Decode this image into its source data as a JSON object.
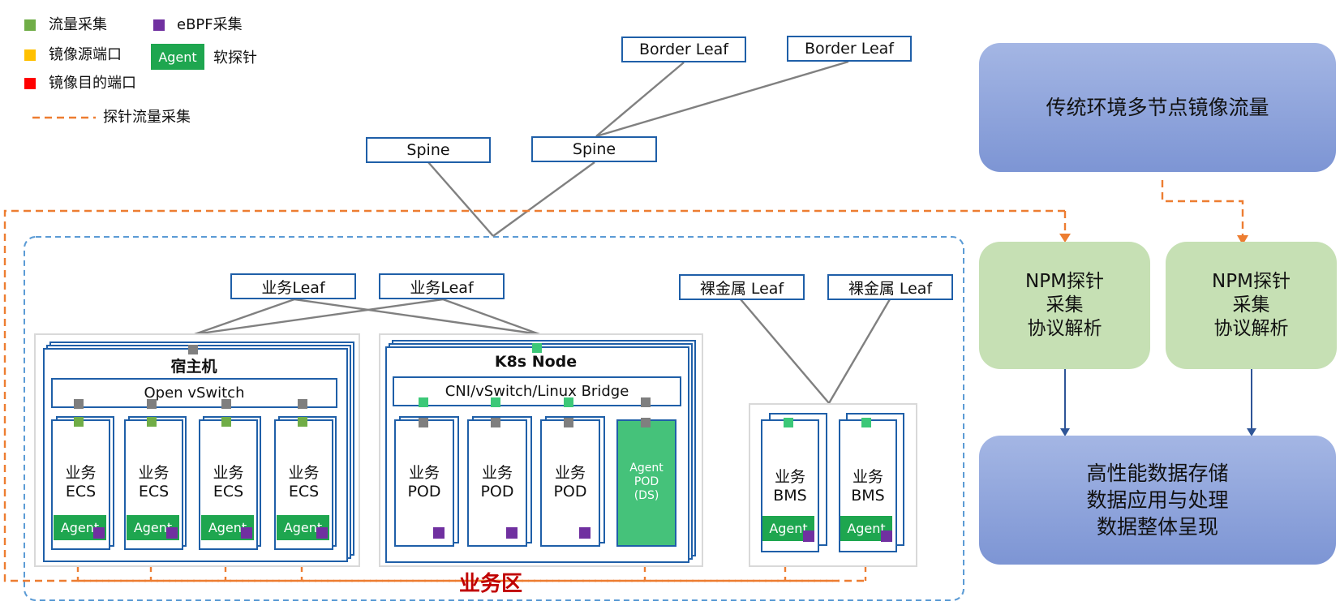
{
  "legend": {
    "flow_capture": {
      "label": "流量采集",
      "color": "#70ad47"
    },
    "ebpf_capture": {
      "label": "eBPF采集",
      "color": "#7030a0"
    },
    "mirror_source_port": {
      "label": "镜像源端口",
      "color": "#ffc000"
    },
    "mirror_dest_port": {
      "label": "镜像目的端口",
      "color": "#ff0000"
    },
    "agent_badge": "Agent",
    "agent_desc": "软探针",
    "probe_line": {
      "label": "探针流量采集",
      "color": "#ed7d31"
    }
  },
  "network": {
    "border_leaf_1": "Border Leaf",
    "border_leaf_2": "Border Leaf",
    "spine_1": "Spine",
    "spine_2": "Spine",
    "biz_leaf_1": "业务Leaf",
    "biz_leaf_2": "业务Leaf",
    "bm_leaf_1": "裸金属 Leaf",
    "bm_leaf_2": "裸金属 Leaf"
  },
  "host": {
    "title": "宿主机",
    "switch": "Open vSwitch",
    "ecs_cards": [
      {
        "label": "业务\nECS",
        "agent": "Agent"
      },
      {
        "label": "业务\nECS",
        "agent": "Agent"
      },
      {
        "label": "业务\nECS",
        "agent": "Agent"
      },
      {
        "label": "业务\nECS",
        "agent": "Agent"
      }
    ]
  },
  "k8s": {
    "title": "K8s Node",
    "switch": "CNI/vSwitch/Linux Bridge",
    "pods": [
      {
        "label": "业务\nPOD"
      },
      {
        "label": "业务\nPOD"
      },
      {
        "label": "业务\nPOD"
      }
    ],
    "agent_pod": "Agent\nPOD\n(DS)"
  },
  "bms": {
    "cards": [
      {
        "label": "业务\nBMS",
        "agent": "Agent"
      },
      {
        "label": "业务\nBMS",
        "agent": "Agent"
      }
    ]
  },
  "zone_label": "业务区",
  "right": {
    "mirror_panel": "传统环境多节点镜像流量",
    "npm_left": "NPM探针\n采集\n协议解析",
    "npm_right": "NPM探针\n采集\n协议解析",
    "storage_panel": "高性能数据存储\n数据应用与处理\n数据整体呈现"
  },
  "colors": {
    "box_border": "#1f5fa8",
    "connector": "#808080",
    "dashed_zone": "#5b9bd5",
    "dashed_probe": "#ed7d31",
    "arrow_blue": "#2f5597"
  }
}
